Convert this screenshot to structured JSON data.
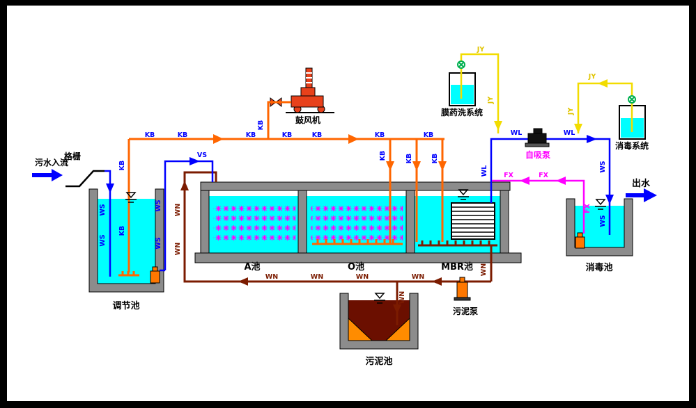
{
  "labels": {
    "inflow": "污水入流",
    "screen": "格栅",
    "equalization_tank": "调节池",
    "tank_a": "A池",
    "tank_o": "O池",
    "tank_mbr": "MBR池",
    "sludge_tank": "污泥池",
    "sludge_pump": "污泥泵",
    "blower": "鼓风机",
    "membrane_wash_system": "膜药洗系统",
    "self_priming_pump": "自吸泵",
    "disinfection_system": "消毒系统",
    "disinfection_tank": "消毒池",
    "outflow": "出水"
  },
  "pipe_codes": {
    "air": "KB",
    "sewage": "WS",
    "feed": "VS",
    "sludge_return": "WN",
    "permeate": "WL",
    "backwash": "FX",
    "dosing": "JY"
  },
  "colors": {
    "canvas": "#FFFFFF",
    "frame": "#000000",
    "air": "#FF6600",
    "water": "#0000FF",
    "sludge": "#7B1B00",
    "backwash": "#FF00FF",
    "dosing": "#F2DC00",
    "tank_water": "#00FFFF",
    "wall": "#8C8C8C",
    "machine_red": "#E8411B",
    "pump": "#FF7700",
    "pump_dark": "#111111",
    "sludge_fill": "#6B0F00",
    "hopper": "#FF8C00",
    "valve_green": "#00B050",
    "diffuser": "#FF00FF",
    "label": "#000000",
    "code_air": "#0000FF",
    "code_water": "#0000FF",
    "code_sludge": "#7B1B00",
    "code_backwash": "#FF00FF",
    "code_dosing": "#E0C400"
  }
}
